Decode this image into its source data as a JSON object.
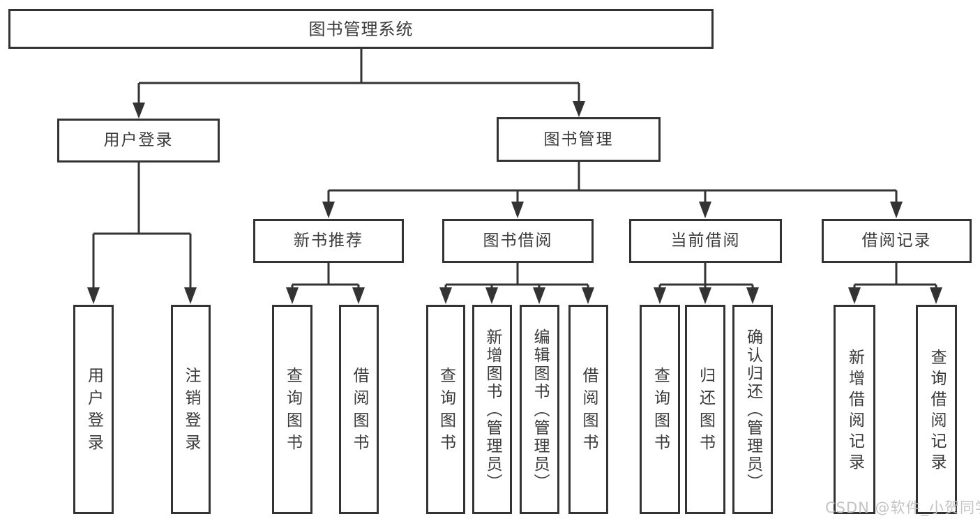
{
  "tree": {
    "root": "图书管理系统",
    "children": [
      {
        "label": "用户登录",
        "children": [
          {
            "label": "用户登录"
          },
          {
            "label": "注销登录"
          }
        ]
      },
      {
        "label": "图书管理",
        "children": [
          {
            "label": "新书推荐",
            "children": [
              {
                "label": "查询图书"
              },
              {
                "label": "借阅图书"
              }
            ]
          },
          {
            "label": "图书借阅",
            "children": [
              {
                "label": "查询图书"
              },
              {
                "label": "新增图书（管理员）"
              },
              {
                "label": "编辑图书（管理员）"
              },
              {
                "label": "借阅图书"
              }
            ]
          },
          {
            "label": "当前借阅",
            "children": [
              {
                "label": "查询图书"
              },
              {
                "label": "归还图书"
              },
              {
                "label": "确认归还（管理员）"
              }
            ]
          },
          {
            "label": "借阅记录",
            "children": [
              {
                "label": "新增借阅记录"
              },
              {
                "label": "查询借阅记录"
              }
            ]
          }
        ]
      }
    ]
  },
  "watermark": "CSDN @软件_小贺同学",
  "colors": {
    "line": "#333333",
    "box_border": "#333333",
    "text": "#3a3a3a",
    "background": "#ffffff",
    "watermark": "#c4c4c4"
  }
}
